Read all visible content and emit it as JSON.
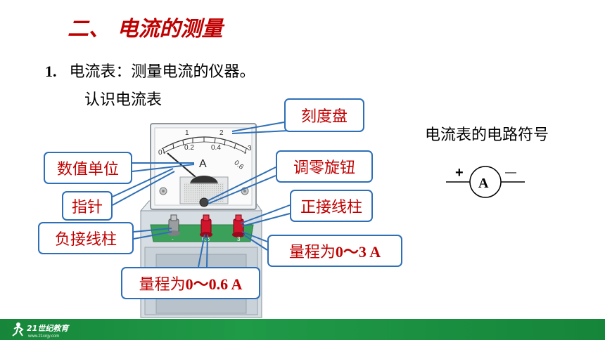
{
  "slide": {
    "title": "二、 电流的测量",
    "point_number": "1.",
    "point_text": "电流表：测量电流的仪器。",
    "subheading": "认识电流表"
  },
  "meter": {
    "scale_upper": [
      "1",
      "2",
      "3"
    ],
    "scale_lower": [
      "0",
      "0.2",
      "0.4",
      "0.6"
    ],
    "unit_symbol": "A",
    "terminal_labels": [
      "-",
      "0.6",
      "3"
    ]
  },
  "callouts": {
    "dial": "刻度盘",
    "unit": "数值单位",
    "zero_knob": "调零旋钮",
    "pointer": "指针",
    "positive_terminal": "正接线柱",
    "negative_terminal": "负接线柱",
    "range_3a_prefix": "量程为",
    "range_3a_value": "0～3 A",
    "range_06a_prefix": "量程为",
    "range_06a_value": "0～0.6 A"
  },
  "symbol": {
    "title": "电流表的电路符号",
    "letter": "A",
    "plus": "+",
    "minus": "—"
  },
  "footer": {
    "logo_text": "21世纪教育",
    "logo_url_text": "www.21cnjy.com"
  },
  "colors": {
    "title_red": "#c00000",
    "callout_border": "#2e6fb6",
    "footer_green": "#1f9a47",
    "meter_panel_green": "#3aa05a"
  }
}
